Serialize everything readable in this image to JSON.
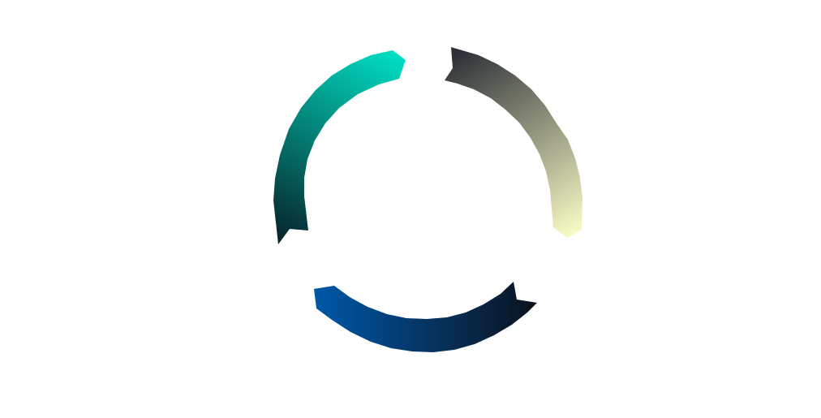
{
  "diagram": {
    "type": "cycle",
    "segments": [
      {
        "id": "teal",
        "gradient": {
          "from": "#00e2c6",
          "to": "#07232a"
        },
        "icon": "arc-arrow"
      },
      {
        "id": "olive",
        "gradient": {
          "from": "#2d3137",
          "to": "#fafcc6"
        },
        "icon": "arc-arrow"
      },
      {
        "id": "blue",
        "gradient": {
          "from": "#0057a7",
          "to": "#0b121d"
        },
        "icon": "arc-arrow"
      }
    ]
  }
}
